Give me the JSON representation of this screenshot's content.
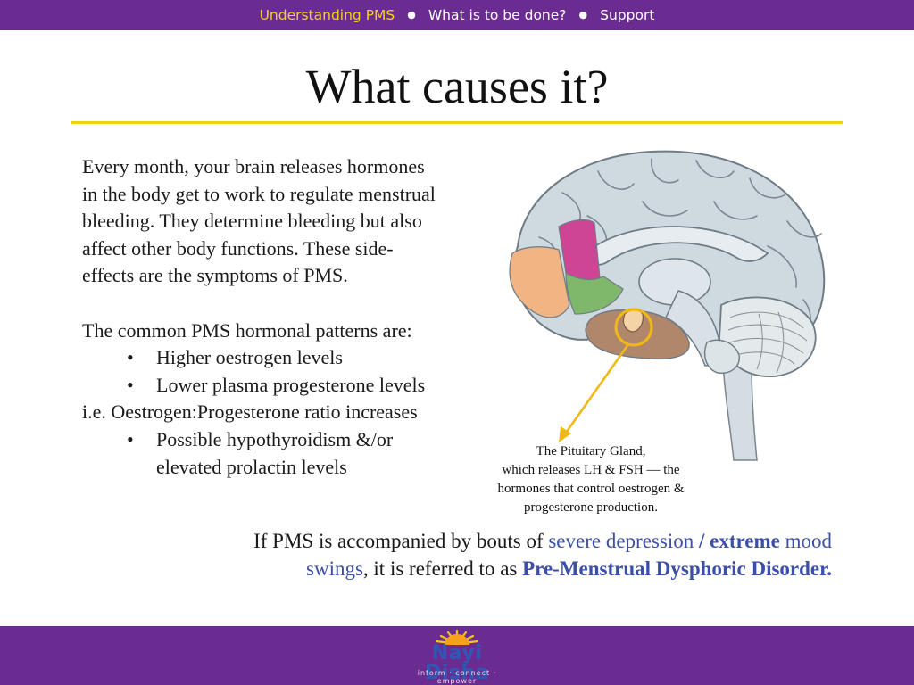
{
  "nav": {
    "items": [
      {
        "label": "Understanding PMS",
        "active": true
      },
      {
        "label": "What is to be done?",
        "active": false
      },
      {
        "label": "Support",
        "active": false
      }
    ],
    "separator": "●"
  },
  "title": "What causes it?",
  "intro": [
    "Every month, your brain releases hormones",
    "in the body get to work to regulate menstrual",
    "bleeding. They determine bleeding but also",
    "affect other body functions. These side-",
    "effects are the symptoms of PMS."
  ],
  "patterns": {
    "heading": "The common PMS hormonal patterns are:",
    "bullets": [
      "Higher oestrogen levels",
      "Lower plasma progesterone levels"
    ],
    "ratio_note": "i.e. Oestrogen:Progesterone ratio increases",
    "extra_bullet": [
      "Possible hypothyroidism &/or",
      "elevated prolactin levels"
    ]
  },
  "caption": [
    "The Pituitary Gland,",
    "which releases LH & FSH — the",
    "hormones that control oestrogen &",
    "progesterone production."
  ],
  "pmdd": {
    "t1": "If PMS is accompanied by bouts of ",
    "h1": "severe depression",
    "t2": " / ",
    "h2": "extreme",
    "t3": " mood",
    "h3": "swings",
    "t4": ", it is referred to as ",
    "h4": "Pre-Menstrual Dysphoric Disorder",
    "t5": "."
  },
  "logo": {
    "name": "Nayi Disha",
    "tagline": "inform · connect · empower"
  },
  "colors": {
    "brand_purple": "#6a2c91",
    "nav_active": "#f5d11c",
    "title_rule": "#f2d20c",
    "highlight_blue": "#3b4fa8",
    "pointer_arrow": "#f0b816"
  },
  "icons": {
    "separator": "bullet-dot-icon",
    "diagram": "brain-sagittal-diagram",
    "logo": "sun-rays-logo-icon"
  }
}
